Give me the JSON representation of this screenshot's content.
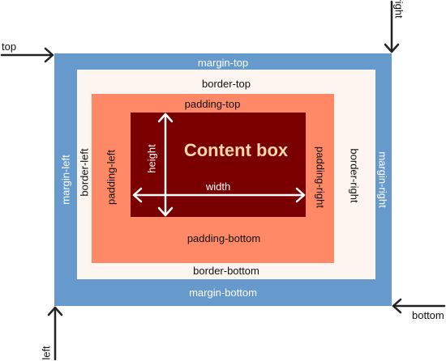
{
  "labels": {
    "margin_top": "margin-top",
    "margin_bottom": "margin-bottom",
    "margin_left": "margin-left",
    "margin_right": "margin-right",
    "border_top": "border-top",
    "border_bottom": "border-bottom",
    "border_left": "border-left",
    "border_right": "border-right",
    "padding_top": "padding-top",
    "padding_bottom": "padding-bottom",
    "padding_left": "padding-left",
    "padding_right": "padding-right",
    "content": "Content box",
    "height": "height",
    "width": "width"
  },
  "corner_labels": {
    "top": "top",
    "right": "right",
    "bottom": "bottom",
    "left": "left"
  },
  "colors": {
    "margin": "#6699cc",
    "border": "#fdf5ef",
    "padding": "#ff8866",
    "content": "#7a0000",
    "content_text": "#ffd8a8",
    "arrow": "#222222"
  }
}
